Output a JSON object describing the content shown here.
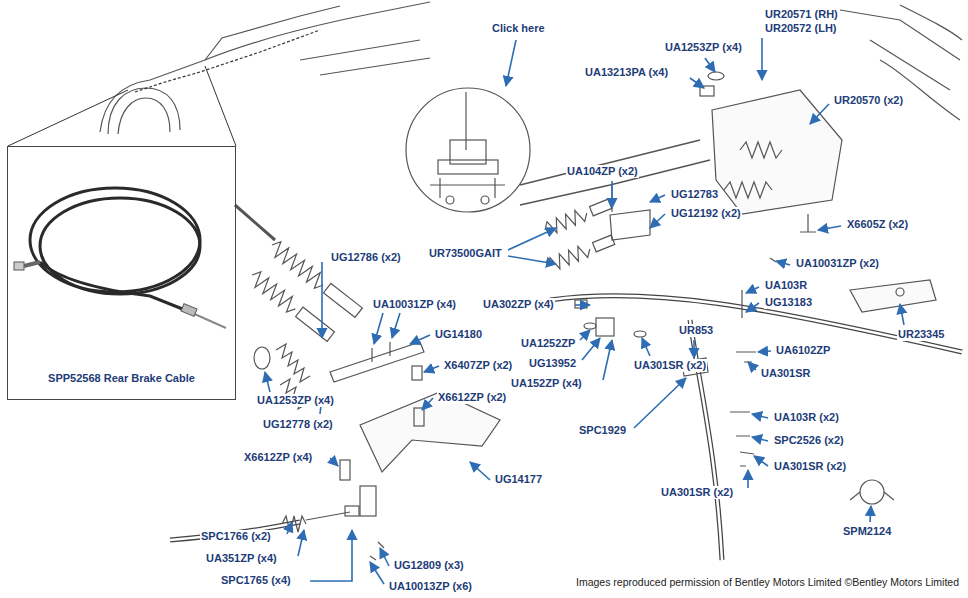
{
  "diagram": {
    "nodes": [
      {
        "text": [
          "SPP52568 Rear Brake Cable"
        ]
      }
    ],
    "labels": [
      "Click here",
      "UR20571 (RH)",
      "UR20572 (LH)",
      "UA1253ZP (x4)",
      "UA13213PA (x4)",
      "UR20570 (x2)",
      "UA104ZP (x2)",
      "UG12783",
      "UG12192 (x2)",
      "X6605Z (x2)",
      "UA10031ZP (x2)",
      "UR73500GAIT",
      "UA103R",
      "UG13183",
      "UR23345",
      "UA302ZP (x4)",
      "UA1252ZP",
      "UG13952",
      "UA152ZP (x4)",
      "UA301SR (x2)",
      "UR853",
      "UA301SR",
      "UA6102ZP",
      "UA103R (x2)",
      "SPC1929",
      "SPC2526 (x2)",
      "UA301SR (x2)",
      "UA301SR (x2)",
      "SPM2124",
      "UG12786 (x2)",
      "UA10031ZP (x4)",
      "UG14180",
      "X6407ZP (x2)",
      "X6612ZP (x2)",
      "UA1253ZP (x4)",
      "UG12778 (x2)",
      "X6612ZP (x4)",
      "UG14177",
      "SPC1766 (x2)",
      "UA351ZP (x4)",
      "SPC1765 (x4)",
      "UG12809 (x3)",
      "UA10013ZP (x6)",
      "Images reproduced permission of Bentley Motors Limited ©Bentley Motors Limited"
    ]
  }
}
